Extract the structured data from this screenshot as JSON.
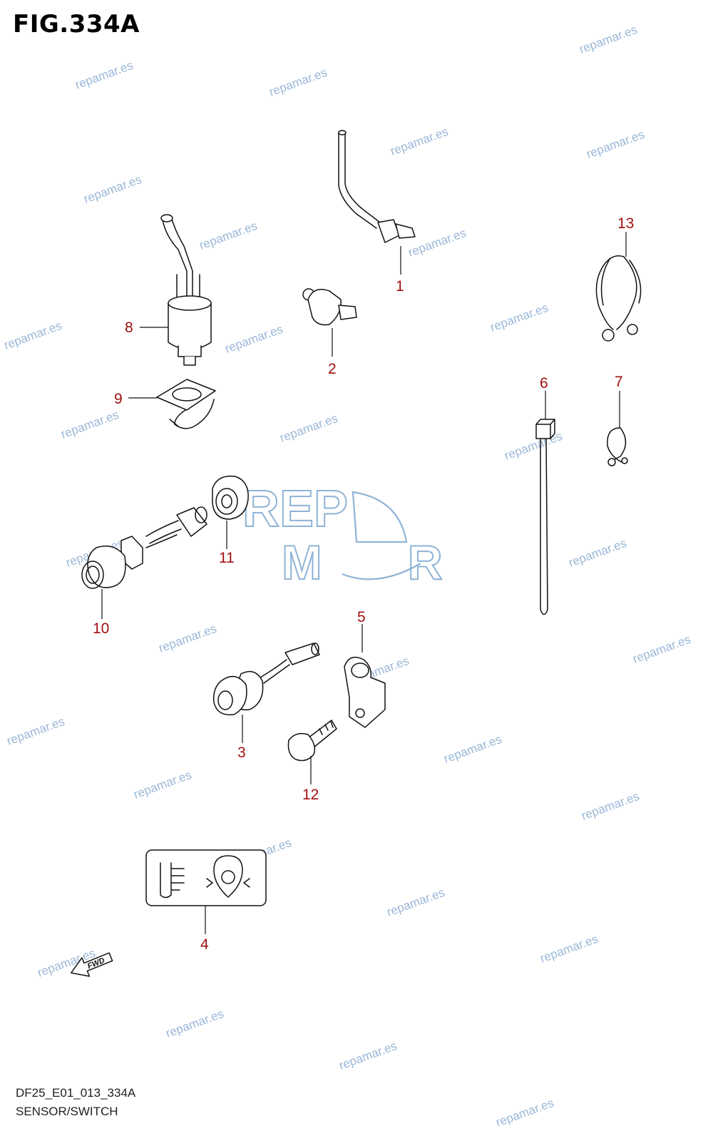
{
  "figure": {
    "title": "FIG.334A",
    "code": "DF25_E01_013_334A",
    "caption": "SENSOR/SWITCH"
  },
  "callouts": [
    "1",
    "2",
    "3",
    "4",
    "5",
    "6",
    "7",
    "8",
    "9",
    "10",
    "11",
    "12",
    "13"
  ],
  "watermark": {
    "text": "repamar.es",
    "logo_top": "REP",
    "logo_bottom": "MR"
  },
  "direction_label": "FWD",
  "colors": {
    "callout": "#a01010",
    "watermark": "#9ab7d8",
    "line": "#111111"
  }
}
